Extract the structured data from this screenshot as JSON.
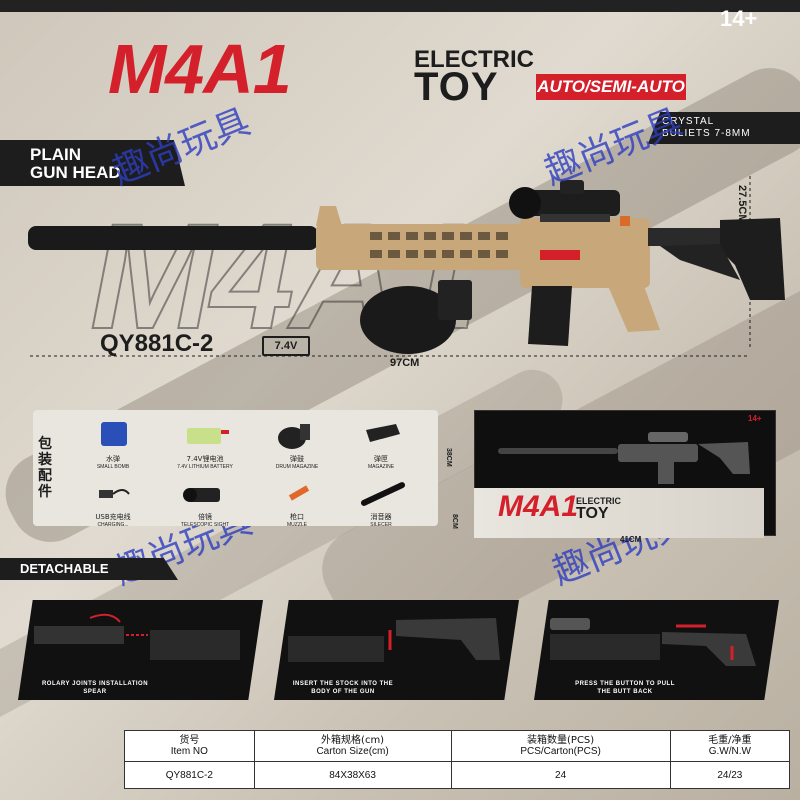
{
  "header": {
    "age": "14+",
    "title": "M4A1",
    "electric": "ELECTRIC",
    "toy": "TOY",
    "mode": "AUTO/SEMI-AUTO",
    "crystal_line1": "CRYSTAL",
    "crystal_line2": "BULIETS 7-8MM",
    "plain_line1": "PLAIN",
    "plain_line2": "GUN HEAD"
  },
  "watermark": "趣尚玩具",
  "product": {
    "model": "QY881C-2",
    "voltage": "7.4V",
    "length": "97CM",
    "height": "27.5CM"
  },
  "accessories": {
    "side_label": "包装配件",
    "items": [
      {
        "cn": "水弹",
        "en": "SMALL BOMB",
        "icon": "water-beads-icon"
      },
      {
        "cn": "7.4V锂电池",
        "en": "7.4V LITHIUM BATTERY",
        "icon": "battery-icon"
      },
      {
        "cn": "弹鼓",
        "en": "DRUM MAGAZINE",
        "icon": "drum-magazine-icon"
      },
      {
        "cn": "弹匣",
        "en": "MAGAZINE",
        "icon": "magazine-icon"
      },
      {
        "cn": "USB充电线",
        "en": "CHARGING...",
        "icon": "usb-cable-icon"
      },
      {
        "cn": "倍镜",
        "en": "TELESCOPIC SIGHT",
        "icon": "scope-icon"
      },
      {
        "cn": "枪口",
        "en": "MUZZLE",
        "icon": "muzzle-icon"
      },
      {
        "cn": "消音器",
        "en": "SILECER",
        "icon": "silencer-icon"
      }
    ]
  },
  "box": {
    "title": "M4A1",
    "electric": "ELECTRIC",
    "toy": "TOY",
    "age": "14+",
    "width": "41CM",
    "height": "38CM",
    "depth": "8CM"
  },
  "detachable": {
    "label": "DETACHABLE",
    "steps": [
      {
        "text": "ROLARY JOINTS INSTALLATION SPEAR"
      },
      {
        "text": "INSERT THE STOCK INTO THE BODY OF THE GUN"
      },
      {
        "text": "PRESS THE BUTTON TO PULL THE BUTT BACK"
      }
    ]
  },
  "spec_table": {
    "headers": [
      {
        "cn": "货号",
        "en": "Item NO"
      },
      {
        "cn": "外箱规格(cm)",
        "en": "Carton Size(cm)"
      },
      {
        "cn": "装箱数量(PCS)",
        "en": "PCS/Carton(PCS)"
      },
      {
        "cn": "毛重/净重",
        "en": "G.W/N.W"
      }
    ],
    "row": [
      "QY881C-2",
      "84X38X63",
      "24",
      "24/23"
    ]
  },
  "colors": {
    "brand_red": "#d3202a",
    "dark": "#1d1d1d",
    "watermark_blue": "#2d3ec0",
    "tan": "#c8a77a"
  }
}
